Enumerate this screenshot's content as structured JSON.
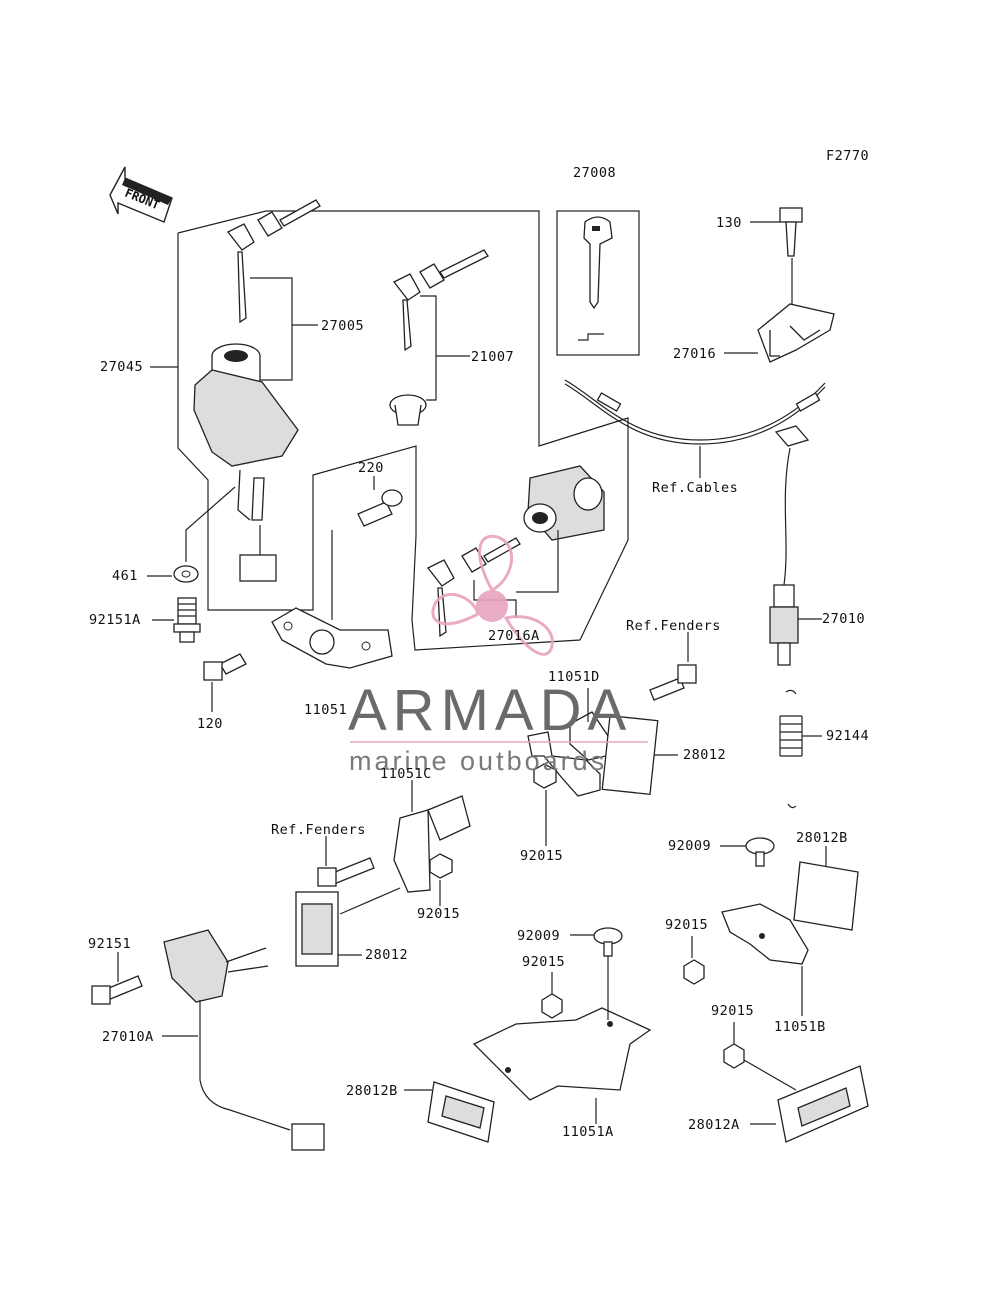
{
  "figure_code": "F2770",
  "front_label": "FRONT",
  "watermark": {
    "brand": "ARMADA",
    "tagline": "marine outboards",
    "color": "#e8a3bf"
  },
  "callouts": {
    "c27008": "27008",
    "c130": "130",
    "c27016": "27016",
    "c27045": "27045",
    "c27005": "27005",
    "c21007": "21007",
    "c220": "220",
    "cRefCables": "Ref.Cables",
    "c461": "461",
    "c92151A": "92151A",
    "c27016A": "27016A",
    "c27010": "27010",
    "c120": "120",
    "c11051": "11051",
    "cRefFenders1": "Ref.Fenders",
    "c11051D": "11051D",
    "c92144": "92144",
    "c28012a": "28012",
    "c11051C": "11051C",
    "cRefFenders2": "Ref.Fenders",
    "c92015a": "92015",
    "c92015b": "92015",
    "c92009a": "92009",
    "c28012B_top": "28012B",
    "c92015c": "92015",
    "c28012b": "28012",
    "c92151": "92151",
    "c92009b": "92009",
    "c92015d": "92015",
    "c27010A": "27010A",
    "c11051B": "11051B",
    "c92015e": "92015",
    "c28012B_bot": "28012B",
    "c11051A": "11051A",
    "c28012A": "28012A"
  }
}
